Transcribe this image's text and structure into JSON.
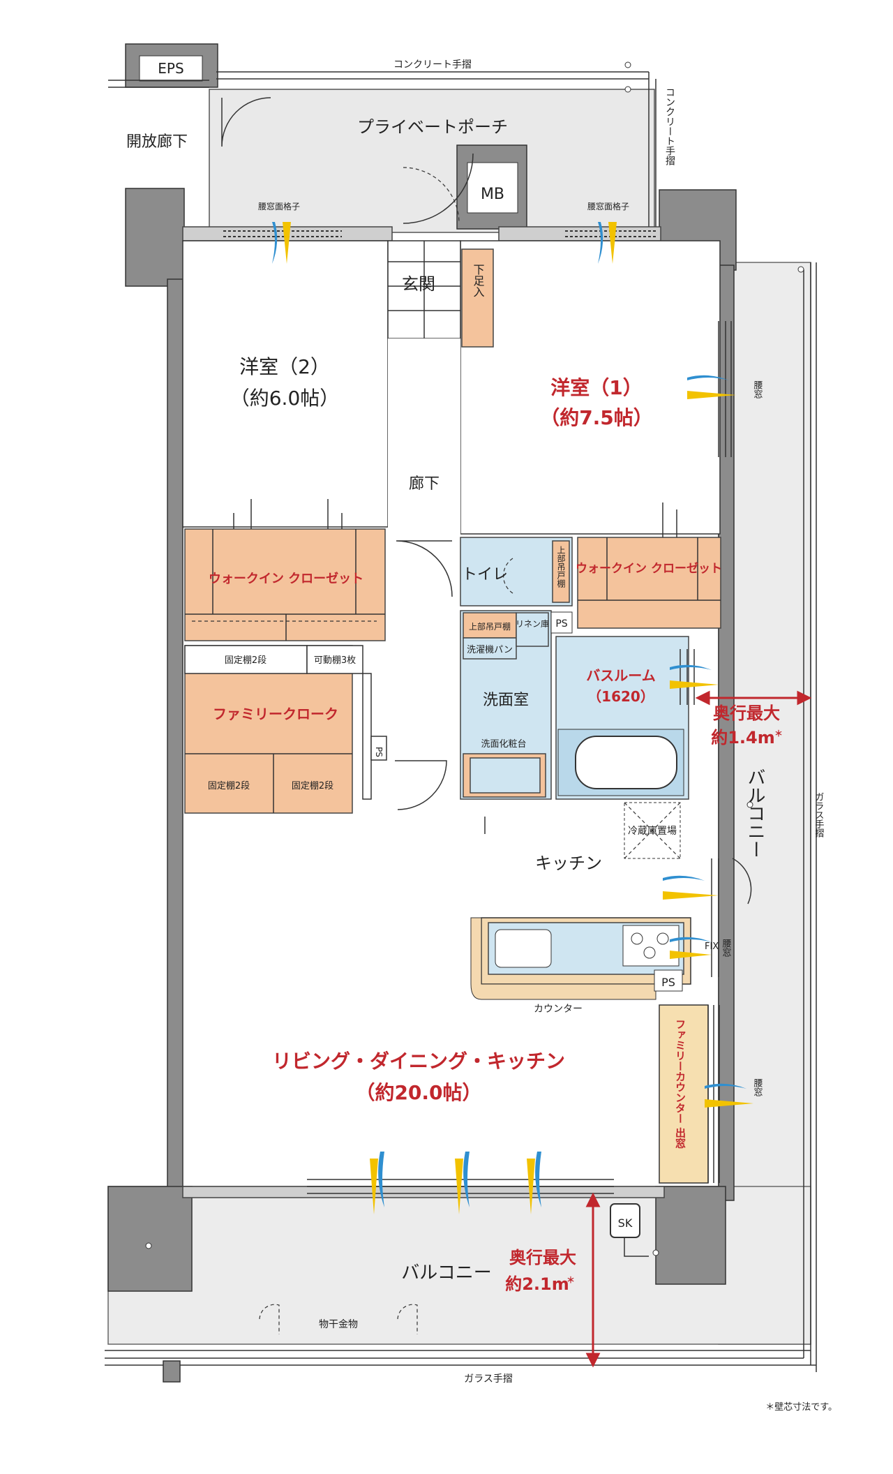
{
  "labels": {
    "eps": "EPS",
    "concrete_rail_top": "コンクリート手摺",
    "concrete_rail_side": "コンクリート手摺",
    "open_corridor": "開放廊下",
    "private_porch": "プライベートポーチ",
    "mb": "MB",
    "waist_window_lattice_left": "腰窓面格子",
    "waist_window_lattice_right": "腰窓面格子",
    "entrance": "玄関",
    "shoe_box": "下足入",
    "western_room_2": "洋室（2）",
    "western_room_2_size": "（約6.0帖）",
    "western_room_1": "洋室（1）",
    "western_room_1_size": "（約7.5帖）",
    "waist_window": "腰窓",
    "hallway": "廊下",
    "walkin_closet_left": "ウォークイン クローゼット",
    "walkin_closet_right": "ウォークイン クローゼット",
    "toilet": "トイレ",
    "upper_shelf": "上部吊戸棚",
    "linen": "リネン庫",
    "ps": "PS",
    "upper_cabinet": "上部吊戸棚",
    "laundry_pan": "洗濯機パン",
    "washroom": "洗面室",
    "vanity": "洗面化粧台",
    "fixed_shelf_2": "固定棚2段",
    "movable_shelf": "可動棚3枚",
    "family_cloak": "ファミリークローク",
    "bathroom": "バスルーム",
    "bathroom_size": "（1620）",
    "depth_max_label": "奥行最大",
    "depth_side": "約1.4m",
    "balcony_side": "バルコニー",
    "fridge": "冷蔵庫置場",
    "kitchen": "キッチン",
    "fix_window": "FIX",
    "counter": "カウンター",
    "family_counter": "ファミリーカウンター 出窓",
    "ldk": "リビング・ダイニング・キッチン",
    "ldk_size": "（約20.0帖）",
    "glass_rail_side": "ガラス手摺",
    "glass_rail_bottom": "ガラス手摺",
    "sk": "SK",
    "balcony_bottom": "バルコニー",
    "depth_bottom": "約2.1m",
    "laundry_hardware": "物干金物",
    "note": "＊壁芯寸法です。",
    "asterisk": "＊"
  },
  "colors": {
    "closet": "#f4c39c",
    "wet_area": "#cfe5f1",
    "accent_red": "#c1272d",
    "wind_blue": "#2f8fd0",
    "wind_yellow": "#f2c200"
  }
}
